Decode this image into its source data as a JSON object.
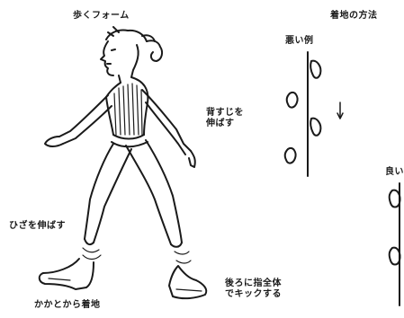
{
  "title_form": "歩くフォーム",
  "title_method": "着地の方法",
  "bad_example": "悪い例",
  "good_example": "良い",
  "back_straight_line1": "背すじを",
  "back_straight_line2": "伸ばす",
  "knee_stretch": "ひざを伸ばす",
  "heel_landing": "かかとから着地",
  "kick_line1": "後ろに指全体",
  "kick_line2": "でキックする",
  "colors": {
    "ink": "#1a1a1a",
    "paper": "#ffffff"
  }
}
